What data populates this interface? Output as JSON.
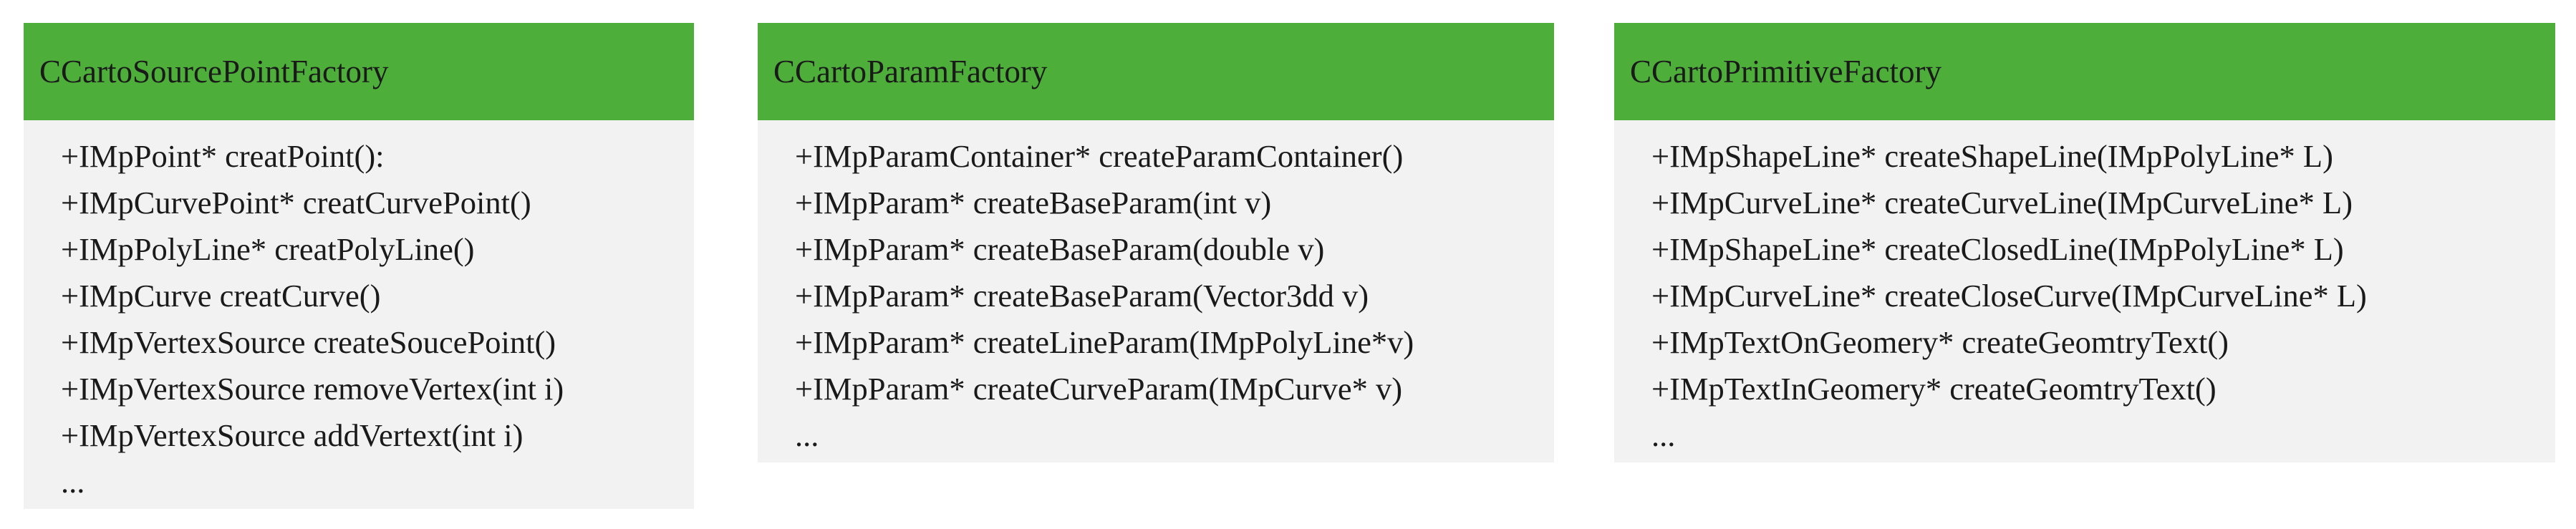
{
  "classes": [
    {
      "name": "CCartoSourcePointFactory",
      "methods": [
        "+IMpPoint* creatPoint():",
        "+IMpCurvePoint* creatCurvePoint()",
        "+IMpPolyLine* creatPolyLine()",
        "+IMpCurve creatCurve()",
        "+IMpVertexSource createSoucePoint()",
        "+IMpVertexSource removeVertex(int i)",
        "+IMpVertexSource addVertext(int i)",
        "..."
      ]
    },
    {
      "name": "CCartoParamFactory",
      "methods": [
        "+IMpParamContainer* createParamContainer()",
        "+IMpParam* createBaseParam(int v)",
        "+IMpParam* createBaseParam(double v)",
        "+IMpParam* createBaseParam(Vector3dd v)",
        "+IMpParam* createLineParam(IMpPolyLine*v)",
        "+IMpParam* createCurveParam(IMpCurve* v)",
        "..."
      ]
    },
    {
      "name": "CCartoPrimitiveFactory",
      "methods": [
        "+IMpShapeLine* createShapeLine(IMpPolyLine* L)",
        "+IMpCurveLine* createCurveLine(IMpCurveLine* L)",
        "+IMpShapeLine* createClosedLine(IMpPolyLine* L)",
        "+IMpCurveLine* createCloseCurve(IMpCurveLine* L)",
        "+IMpTextOnGeomery* createGeomtryText()",
        "+IMpTextInGeomery* createGeomtryText()",
        "..."
      ]
    }
  ],
  "colors": {
    "header": "#4daf3a",
    "body": "#f2f2f2"
  }
}
